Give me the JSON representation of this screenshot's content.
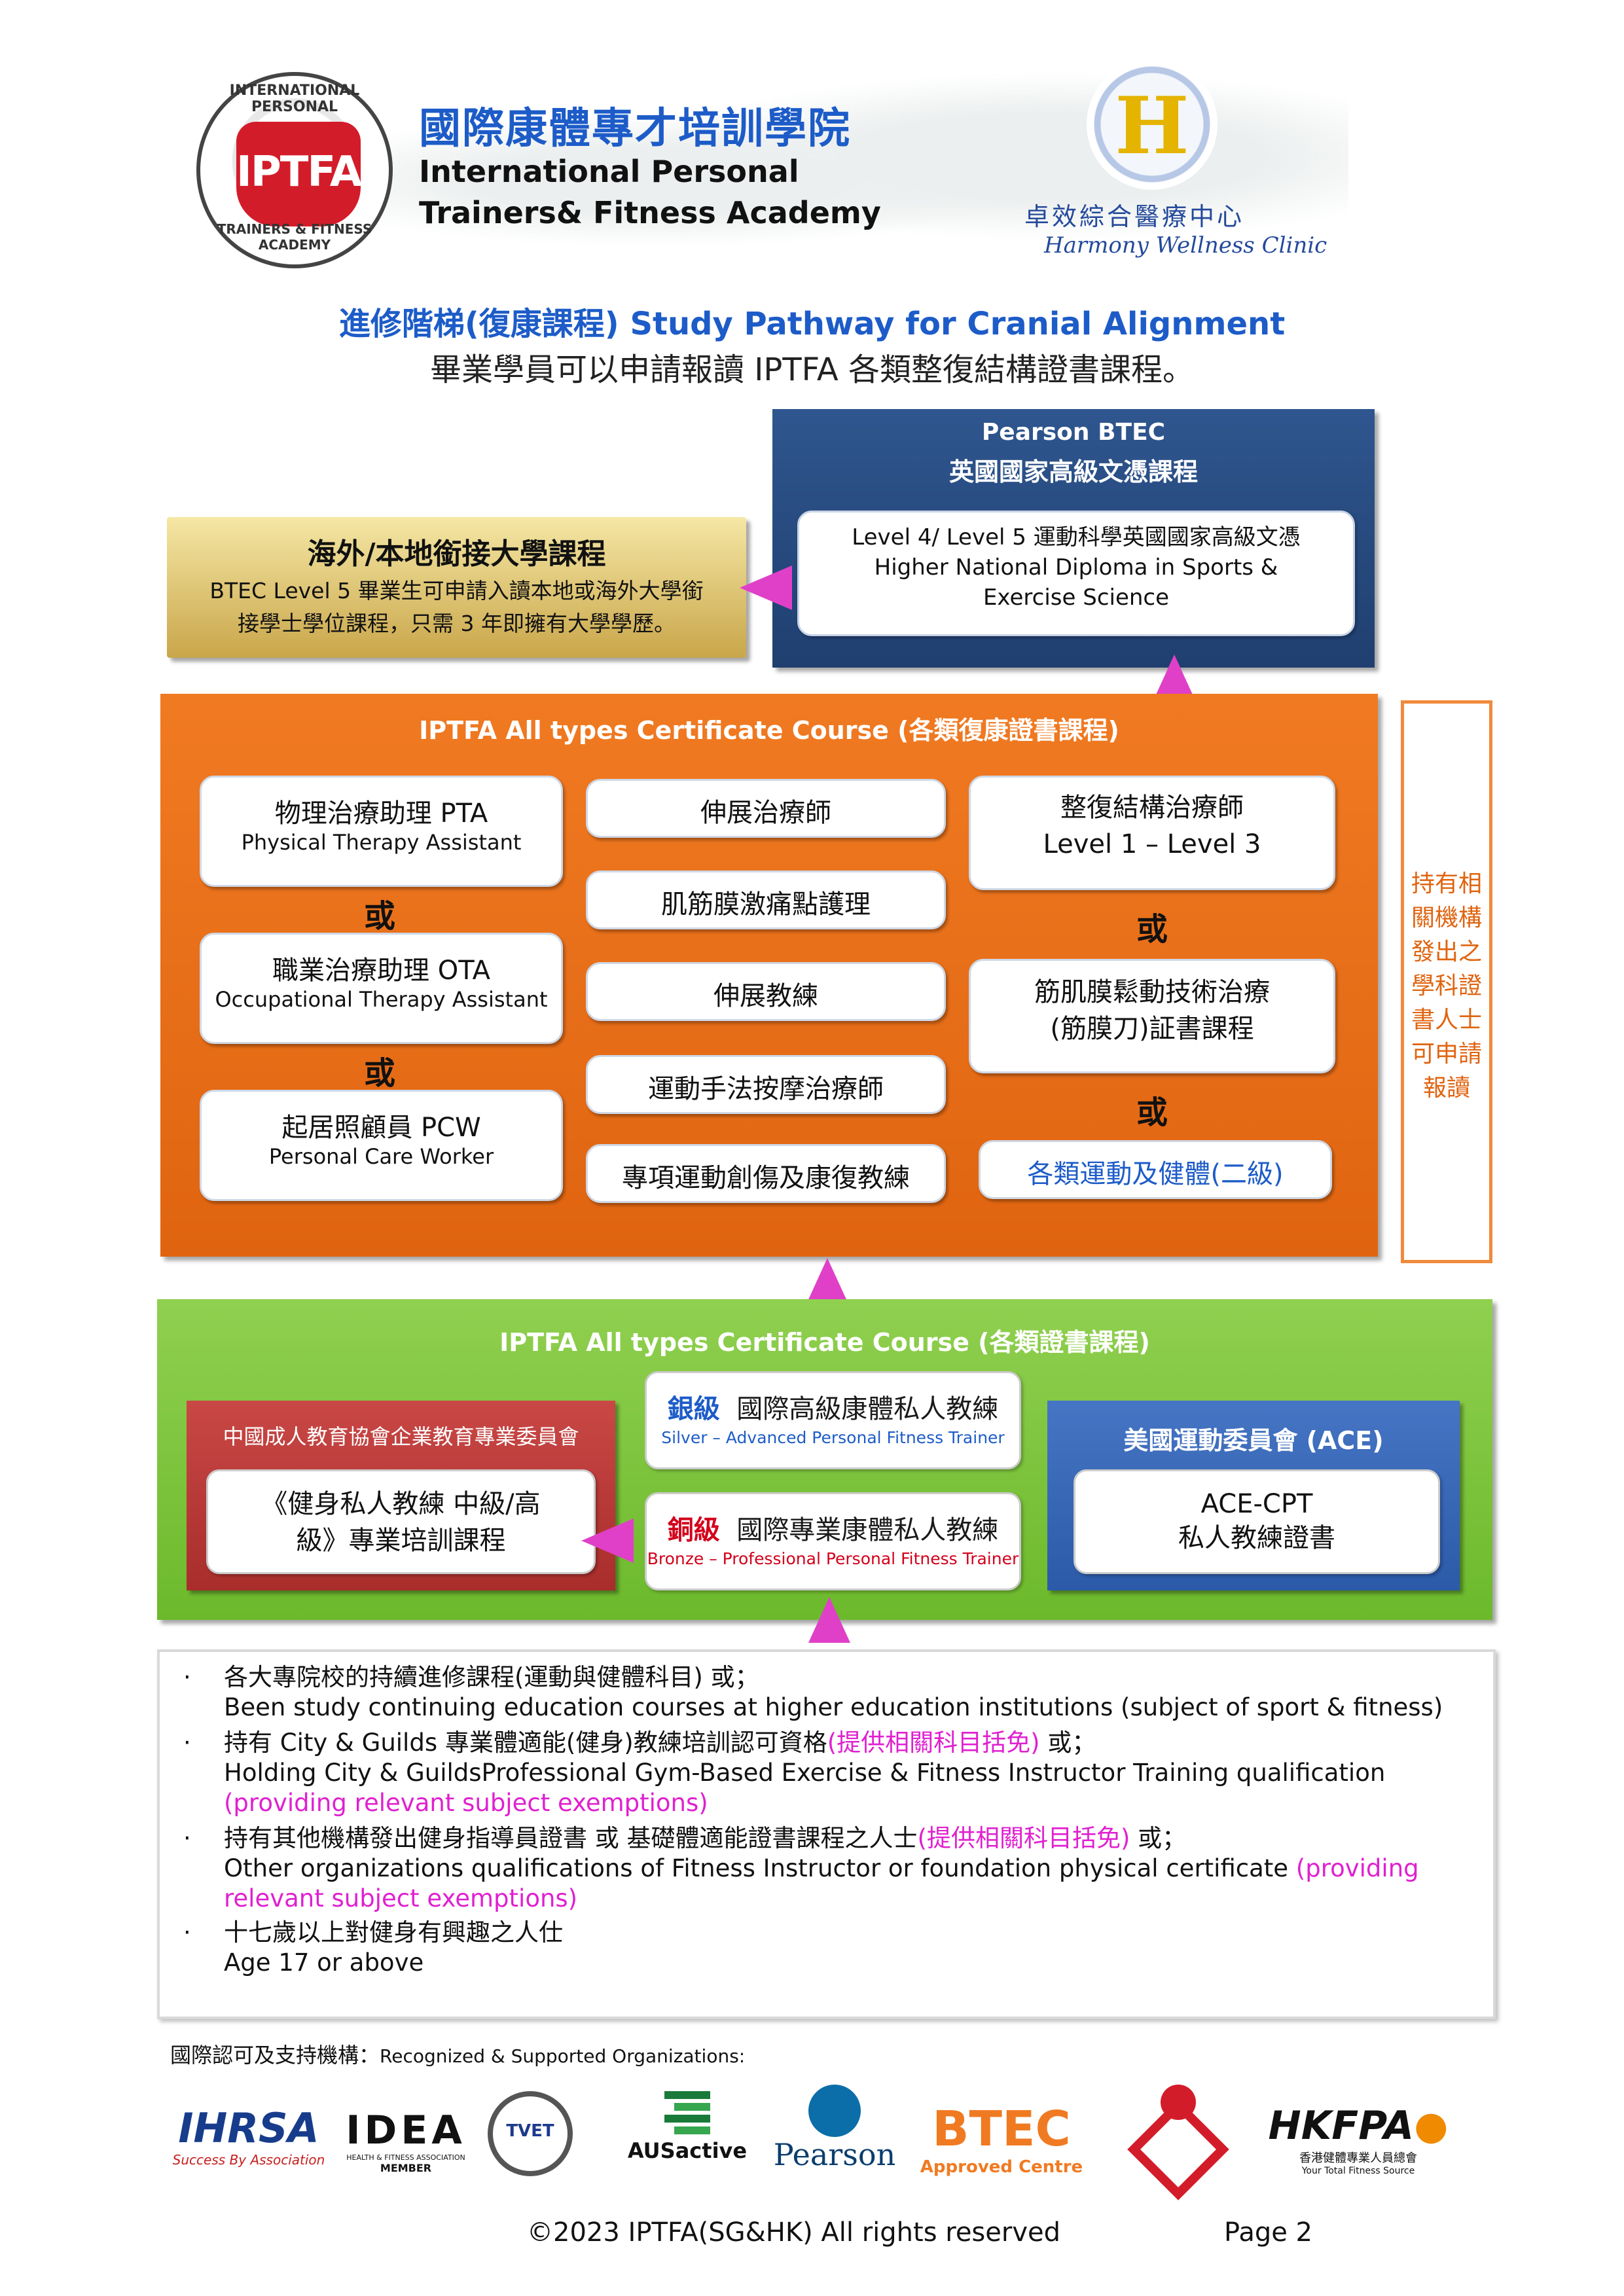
{
  "header": {
    "logo_left_text": "IPTFA",
    "logo_left_ring_top": "INTERNATIONAL PERSONAL",
    "logo_left_ring_bottom": "TRAINERS & FITNESS ACADEMY",
    "title_zh": "國際康體專才培訓學院",
    "title_en_line1": "International Personal",
    "title_en_line2": "Trainers& Fitness Academy",
    "clinic_logo_letter": "H",
    "clinic_zh": "卓效綜合醫療中心",
    "clinic_en": "Harmony Wellness Clinic"
  },
  "pathway": {
    "title": "進修階梯(復康課程) Study Pathway for Cranial Alignment",
    "subtitle": "畢業學員可以申請報讀 IPTFA 各類整復結構證書課程。"
  },
  "btec": {
    "head1": "Pearson BTEC",
    "head2": "英國國家高級文憑課程",
    "line1": "Level 4/ Level 5  運動科學英國國家高級文憑",
    "line2": "Higher National Diploma in Sports &",
    "line3": "Exercise Science"
  },
  "university": {
    "title": "海外/本地銜接大學課程",
    "line1": "BTEC Level 5 畢業生可申請入讀本地或海外大學銜",
    "line2": "接學士學位課程，只需  3  年即擁有大學學歷。"
  },
  "rehab": {
    "title": "IPTFA All types Certificate Course (各類復康證書課程)",
    "left": [
      {
        "zh": "物理治療助理  PTA",
        "en": "Physical Therapy Assistant"
      },
      {
        "zh": "職業治療助理  OTA",
        "en": "Occupational Therapy Assistant"
      },
      {
        "zh": "起居照顧員  PCW",
        "en": "Personal Care Worker"
      }
    ],
    "middle": [
      "伸展治療師",
      "肌筋膜激痛點護理",
      "伸展教練",
      "運動手法按摩治療師",
      "專項運動創傷及康復教練"
    ],
    "right1_line1": "整復結構治療師",
    "right1_line2": "Level 1 – Level 3",
    "right2_line1": "筋肌膜鬆動技術治療",
    "right2_line2": "(筋膜刀)証書課程",
    "right3": "各類運動及健體(二級)",
    "or": "或",
    "side_note": [
      "持有相",
      "關機構",
      "發出之",
      "學科證",
      "書人士",
      "可申請",
      "報讀"
    ]
  },
  "cert": {
    "title": "IPTFA All types Certificate Course (各類證書課程)",
    "china_head": "中國成人教育協會企業教育專業委員會",
    "china_line1": "《健身私人教練  中級/高",
    "china_line2": "級》專業培訓課程",
    "silver_tag": "銀級",
    "silver_zh": "國際高級康體私人教練",
    "silver_en": "Silver – Advanced Personal Fitness Trainer",
    "bronze_tag": "銅級",
    "bronze_zh": "國際專業康體私人教練",
    "bronze_en": "Bronze – Professional Personal Fitness Trainer",
    "ace_head": "美國運動委員會 (ACE)",
    "ace_line1": "ACE-CPT",
    "ace_line2": "私人教練證書"
  },
  "requirements": {
    "bullet": "·",
    "r1_zh": "各大專院校的持續進修課程(運動與健體科目)  或；",
    "r1_en": "Been study continuing education courses at higher education institutions (subject of sport & fitness)",
    "r2_zh_a": "持有 City & Guilds  專業體適能(健身)教練培訓認可資格",
    "r2_zh_pink": "(提供相關科目括免)",
    "r2_zh_b": "  或；",
    "r2_en_a": "Holding City & GuildsProfessional Gym-Based Exercise & Fitness Instructor Training qualification ",
    "r2_en_pink": "(providing relevant subject exemptions)",
    "r3_zh_a": "持有其他機構發出健身指導員證書  或  基礎體適能證書課程之人士",
    "r3_zh_pink": "(提供相關科目括免)",
    "r3_zh_b": "  或；",
    "r3_en_a": "Other organizations qualifications of Fitness Instructor or foundation physical certificate ",
    "r3_en_pink": "(providing relevant subject exemptions)",
    "r4_zh": "十七歲以上對健身有興趣之人仕",
    "r4_en": "Age 17 or above"
  },
  "orgs": {
    "label_zh": "國際認可及支持機構：",
    "label_en": "Recognized & Supported Organizations:",
    "ihrsa": "IHRSA",
    "ihrsa_tag": "Success By Association",
    "idea": "IDEA",
    "idea_tag1": "HEALTH & FITNESS ASSOCIATION",
    "idea_tag2": "MEMBER",
    "tvet": "TVET",
    "ausactive": "AUSactive",
    "pearson": "Pearson",
    "btec": "BTEC",
    "btec_tag": "Approved Centre",
    "hkfpa": "HKFPA",
    "hkfpa_tag": "香港健體專業人員總會",
    "hkfpa_tag_en": "Your Total Fitness Source"
  },
  "footer": {
    "copyright": "©2023 IPTFA(SG&HK) All rights reserved",
    "page": "Page  2"
  },
  "colors": {
    "brand_blue": "#1d5cc8",
    "orange": "#e8711a",
    "green": "#7cc43a",
    "navy": "#264a80",
    "magenta": "#e020d0"
  }
}
